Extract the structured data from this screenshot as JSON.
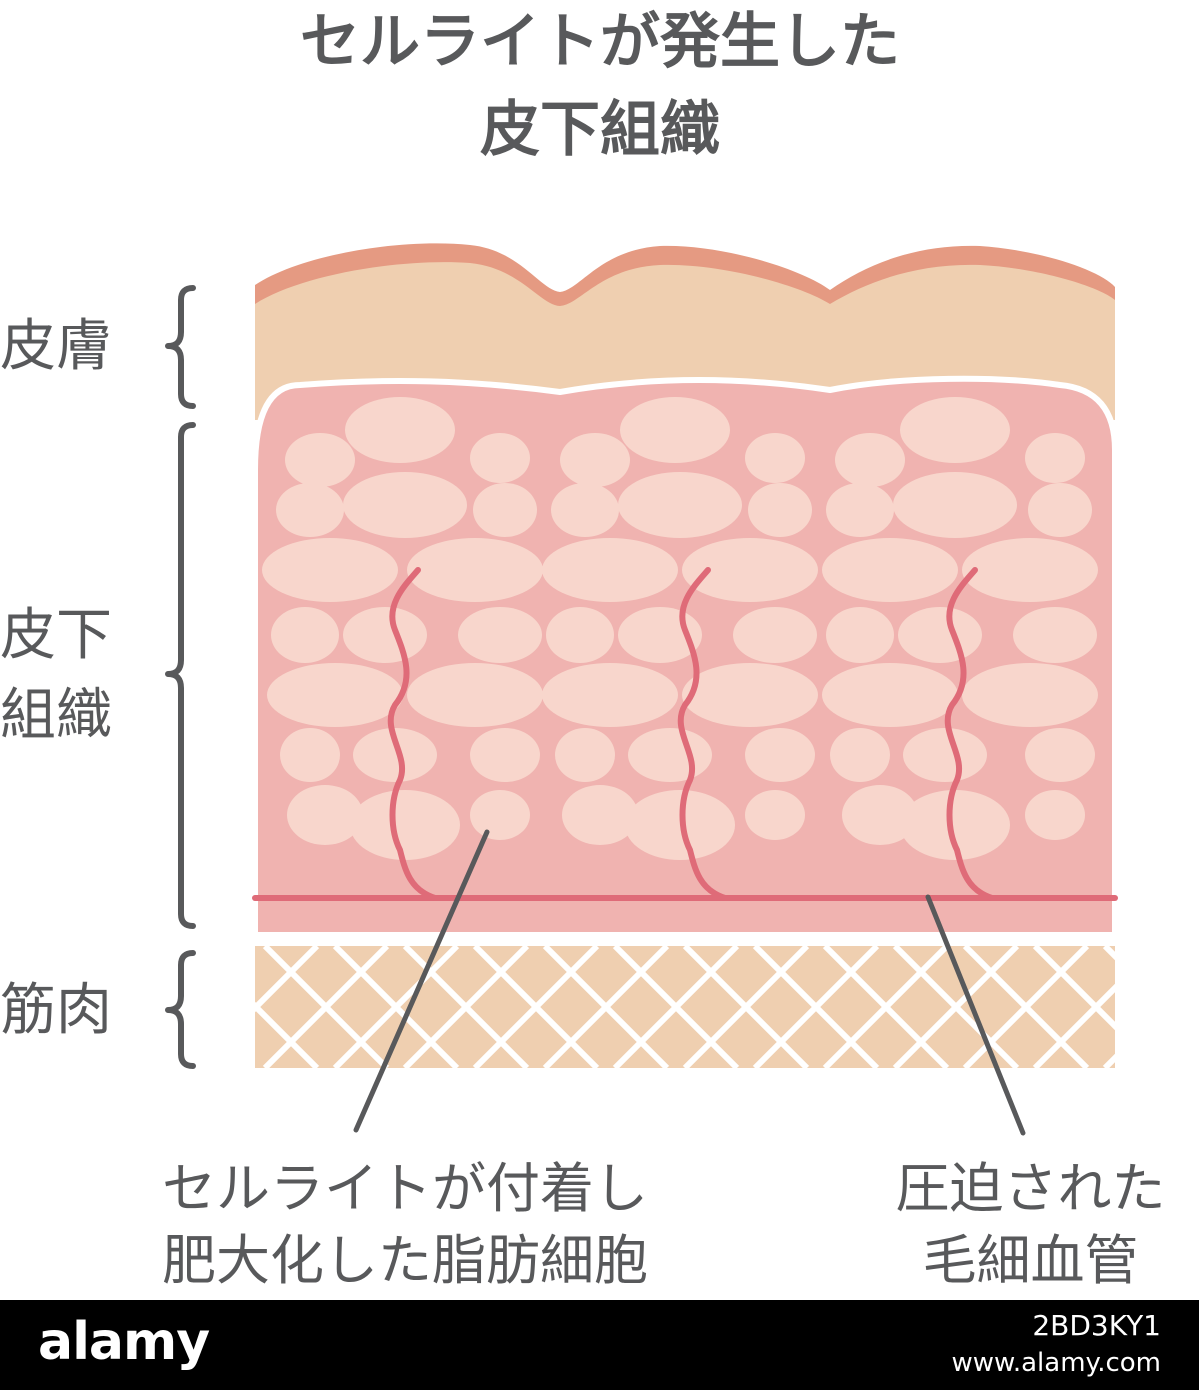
{
  "title": {
    "line1": "セルライトが発生した",
    "line2": "皮下組織"
  },
  "layers": {
    "skin": "皮膚",
    "subcutaneous_line1": "皮下",
    "subcutaneous_line2": "組織",
    "muscle": "筋肉"
  },
  "callouts": {
    "fat_cells_line1": "セルライトが付着し",
    "fat_cells_line2": "肥大化した脂肪細胞",
    "capillaries_line1": "圧迫された",
    "capillaries_line2": "毛細血管"
  },
  "watermark": {
    "logo": "alamy",
    "image_id": "2BD3KY1",
    "url": "www.alamy.com"
  },
  "colors": {
    "text": "#58595b",
    "epidermis": "#e59a82",
    "dermis": "#efcfb0",
    "subcutaneous": "#f0b3b0",
    "fat_cell": "#f8d6cc",
    "capillary": "#df6b78",
    "muscle": "#efcfb0",
    "footer": "#000000"
  }
}
